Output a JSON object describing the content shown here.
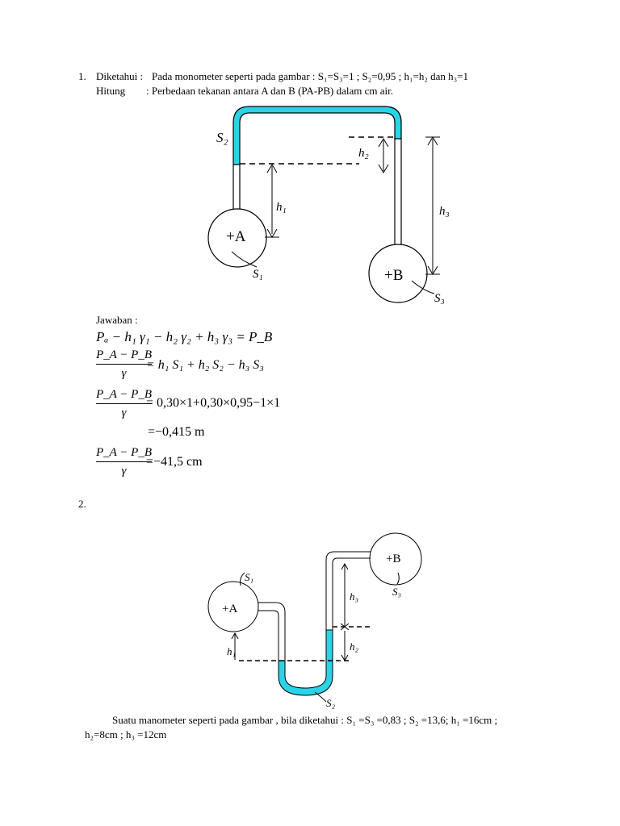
{
  "problem1": {
    "number": "1.",
    "given_label": "Diketahui :",
    "given_text": "Pada monometer seperti pada gambar : S₁=S₃=1 ;   S₂=0,95 ; h₁=h₂ dan h₃=1",
    "ask_label": "Hitung",
    "ask_text": ":  Perbedaan tekanan antara A dan B (PA-PB) dalam  cm air.",
    "figure": {
      "label_S2": "S₂",
      "label_h2": "h₂",
      "label_h1": "h₁",
      "label_h3": "h₃",
      "label_A": "+A",
      "label_S1": "S₁",
      "label_B": "+B",
      "label_S3": "S₃"
    },
    "answer_label": "Jawaban :",
    "eq1": "Pₐ − h₁ γ₁ − h₂ γ₂ + h₃ γ₃ = P_B",
    "eq2_num": "P_A − P_B",
    "eq2_den": "γ",
    "eq2_rhs": "= h₁ S₁ + h₂ S₂ − h₃ S₃",
    "eq3_num": "P_A − P_B",
    "eq3_den": "γ",
    "eq3_rhs": "= 0,30×1+0,30×0,95−1×1",
    "eq4": "=−0,415 m",
    "eq5_num": "P_A − P_B",
    "eq5_den": "γ",
    "eq5_rhs": "=−41,5 cm"
  },
  "problem2": {
    "number": "2.",
    "figure": {
      "label_S1": "S₁",
      "label_A": "+A",
      "label_h1": "h₁",
      "label_B": "+B",
      "label_S3": "S₃",
      "label_h3": "h₃",
      "label_h2": "h₂",
      "label_S2": "S₂"
    },
    "text_line1": "Suatu manometer seperti pada gambar , bila diketahui : S₁ =S₃ =0,83 ; S₂ =13,6;  h₁ =16cm ;",
    "text_line2": "h₂=8cm ; h₃ =12cm"
  },
  "colors": {
    "fluid": "#2ad4e6",
    "line": "#000000"
  }
}
